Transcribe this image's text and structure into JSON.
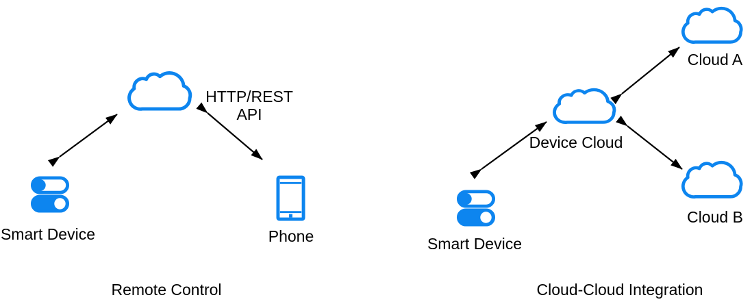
{
  "diagram": {
    "left": {
      "caption": "Remote Control",
      "cloud_label": {
        "line1": "HTTP/REST",
        "line2": "API"
      },
      "smart_device_label": "Smart Device",
      "phone_label": "Phone"
    },
    "right": {
      "caption": "Cloud-Cloud Integration",
      "device_cloud_label": "Device Cloud",
      "cloud_a_label": "Cloud A",
      "cloud_b_label": "Cloud B",
      "smart_device_label": "Smart Device"
    }
  },
  "icons": {
    "cloud": "cloud-icon",
    "smart_device": "toggle-switches-icon",
    "phone": "smartphone-icon",
    "connection": "double-headed-arrow-icon"
  },
  "colors": {
    "accent_blue": "#0D85EF",
    "arrow": "#000000",
    "text": "#000000",
    "background": "#FFFFFF"
  }
}
